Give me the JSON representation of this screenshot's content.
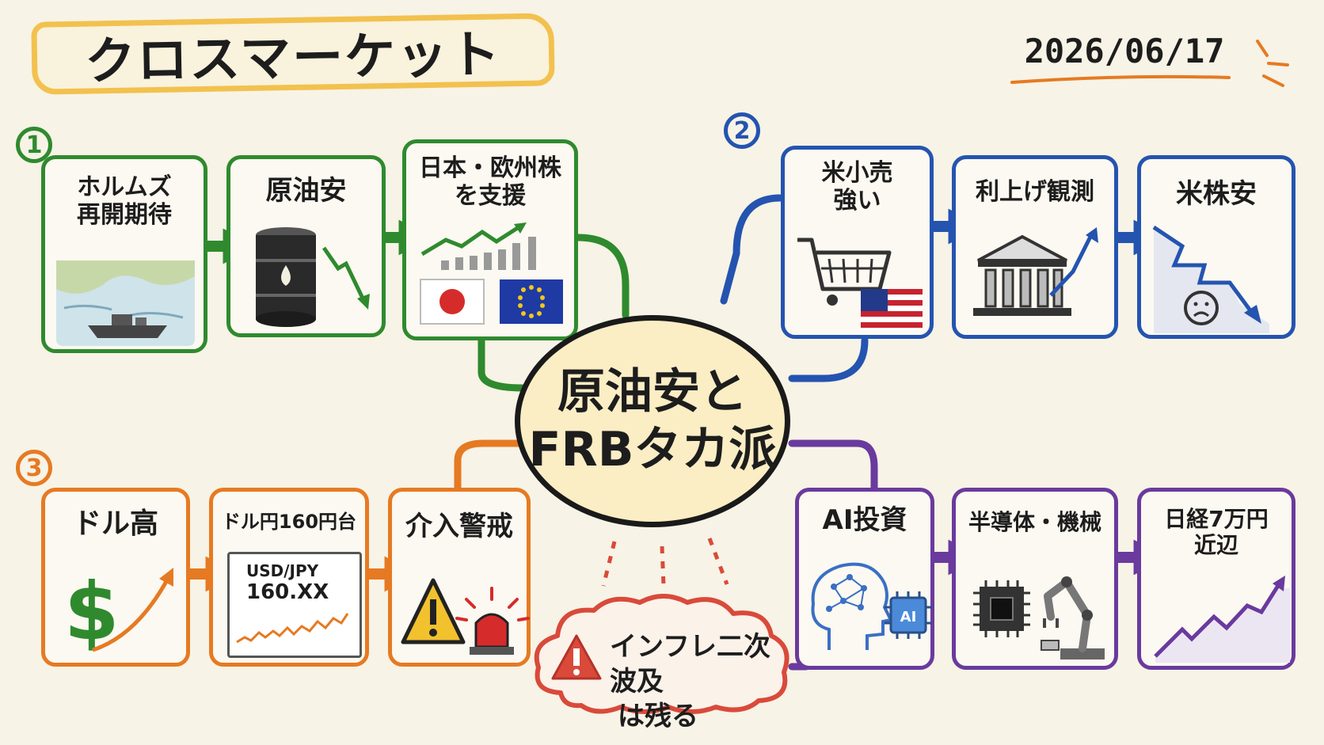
{
  "header": {
    "title": "クロスマーケット",
    "date": "2026/06/17"
  },
  "center": {
    "line1": "原油安と",
    "line2": "FRBタカ派"
  },
  "cloud": {
    "line1": "インフレ二次波及",
    "line2": "は残る"
  },
  "colors": {
    "section1": "#2f8a2e",
    "section2": "#2454b0",
    "section3": "#e67a22",
    "section4": "#6a3a9e",
    "title_frame": "#f2c14e",
    "alert": "#d94a3a"
  },
  "sections": [
    {
      "number": "1",
      "cards": [
        {
          "label": "ホルムズ\n再開期待",
          "icon": "strait-ship-icon"
        },
        {
          "label": "原油安",
          "icon": "oil-barrel-down-icon"
        },
        {
          "label": "日本・欧州株\nを支援",
          "icon": "stocks-up-flags-icon"
        }
      ]
    },
    {
      "number": "2",
      "cards": [
        {
          "label": "米小売\n強い",
          "icon": "shopping-cart-us-flag-icon"
        },
        {
          "label": "利上げ観測",
          "icon": "central-bank-up-icon"
        },
        {
          "label": "米株安",
          "icon": "stocks-down-sad-icon"
        }
      ]
    },
    {
      "number": "3",
      "cards": [
        {
          "label": "ドル高",
          "icon": "dollar-up-icon"
        },
        {
          "label": "ドル円160円台",
          "pair": "USD/JPY",
          "rate": "160.XX",
          "icon": "usdjpy-line-icon"
        },
        {
          "label": "介入警戒",
          "icon": "warning-siren-icon"
        }
      ]
    },
    {
      "cards": [
        {
          "label": "AI投資",
          "icon": "ai-brain-chip-icon"
        },
        {
          "label": "半導体・機械",
          "icon": "chip-robot-arm-icon"
        },
        {
          "label": "日経7万円\n近辺",
          "icon": "stocks-up-purple-icon"
        }
      ]
    }
  ]
}
